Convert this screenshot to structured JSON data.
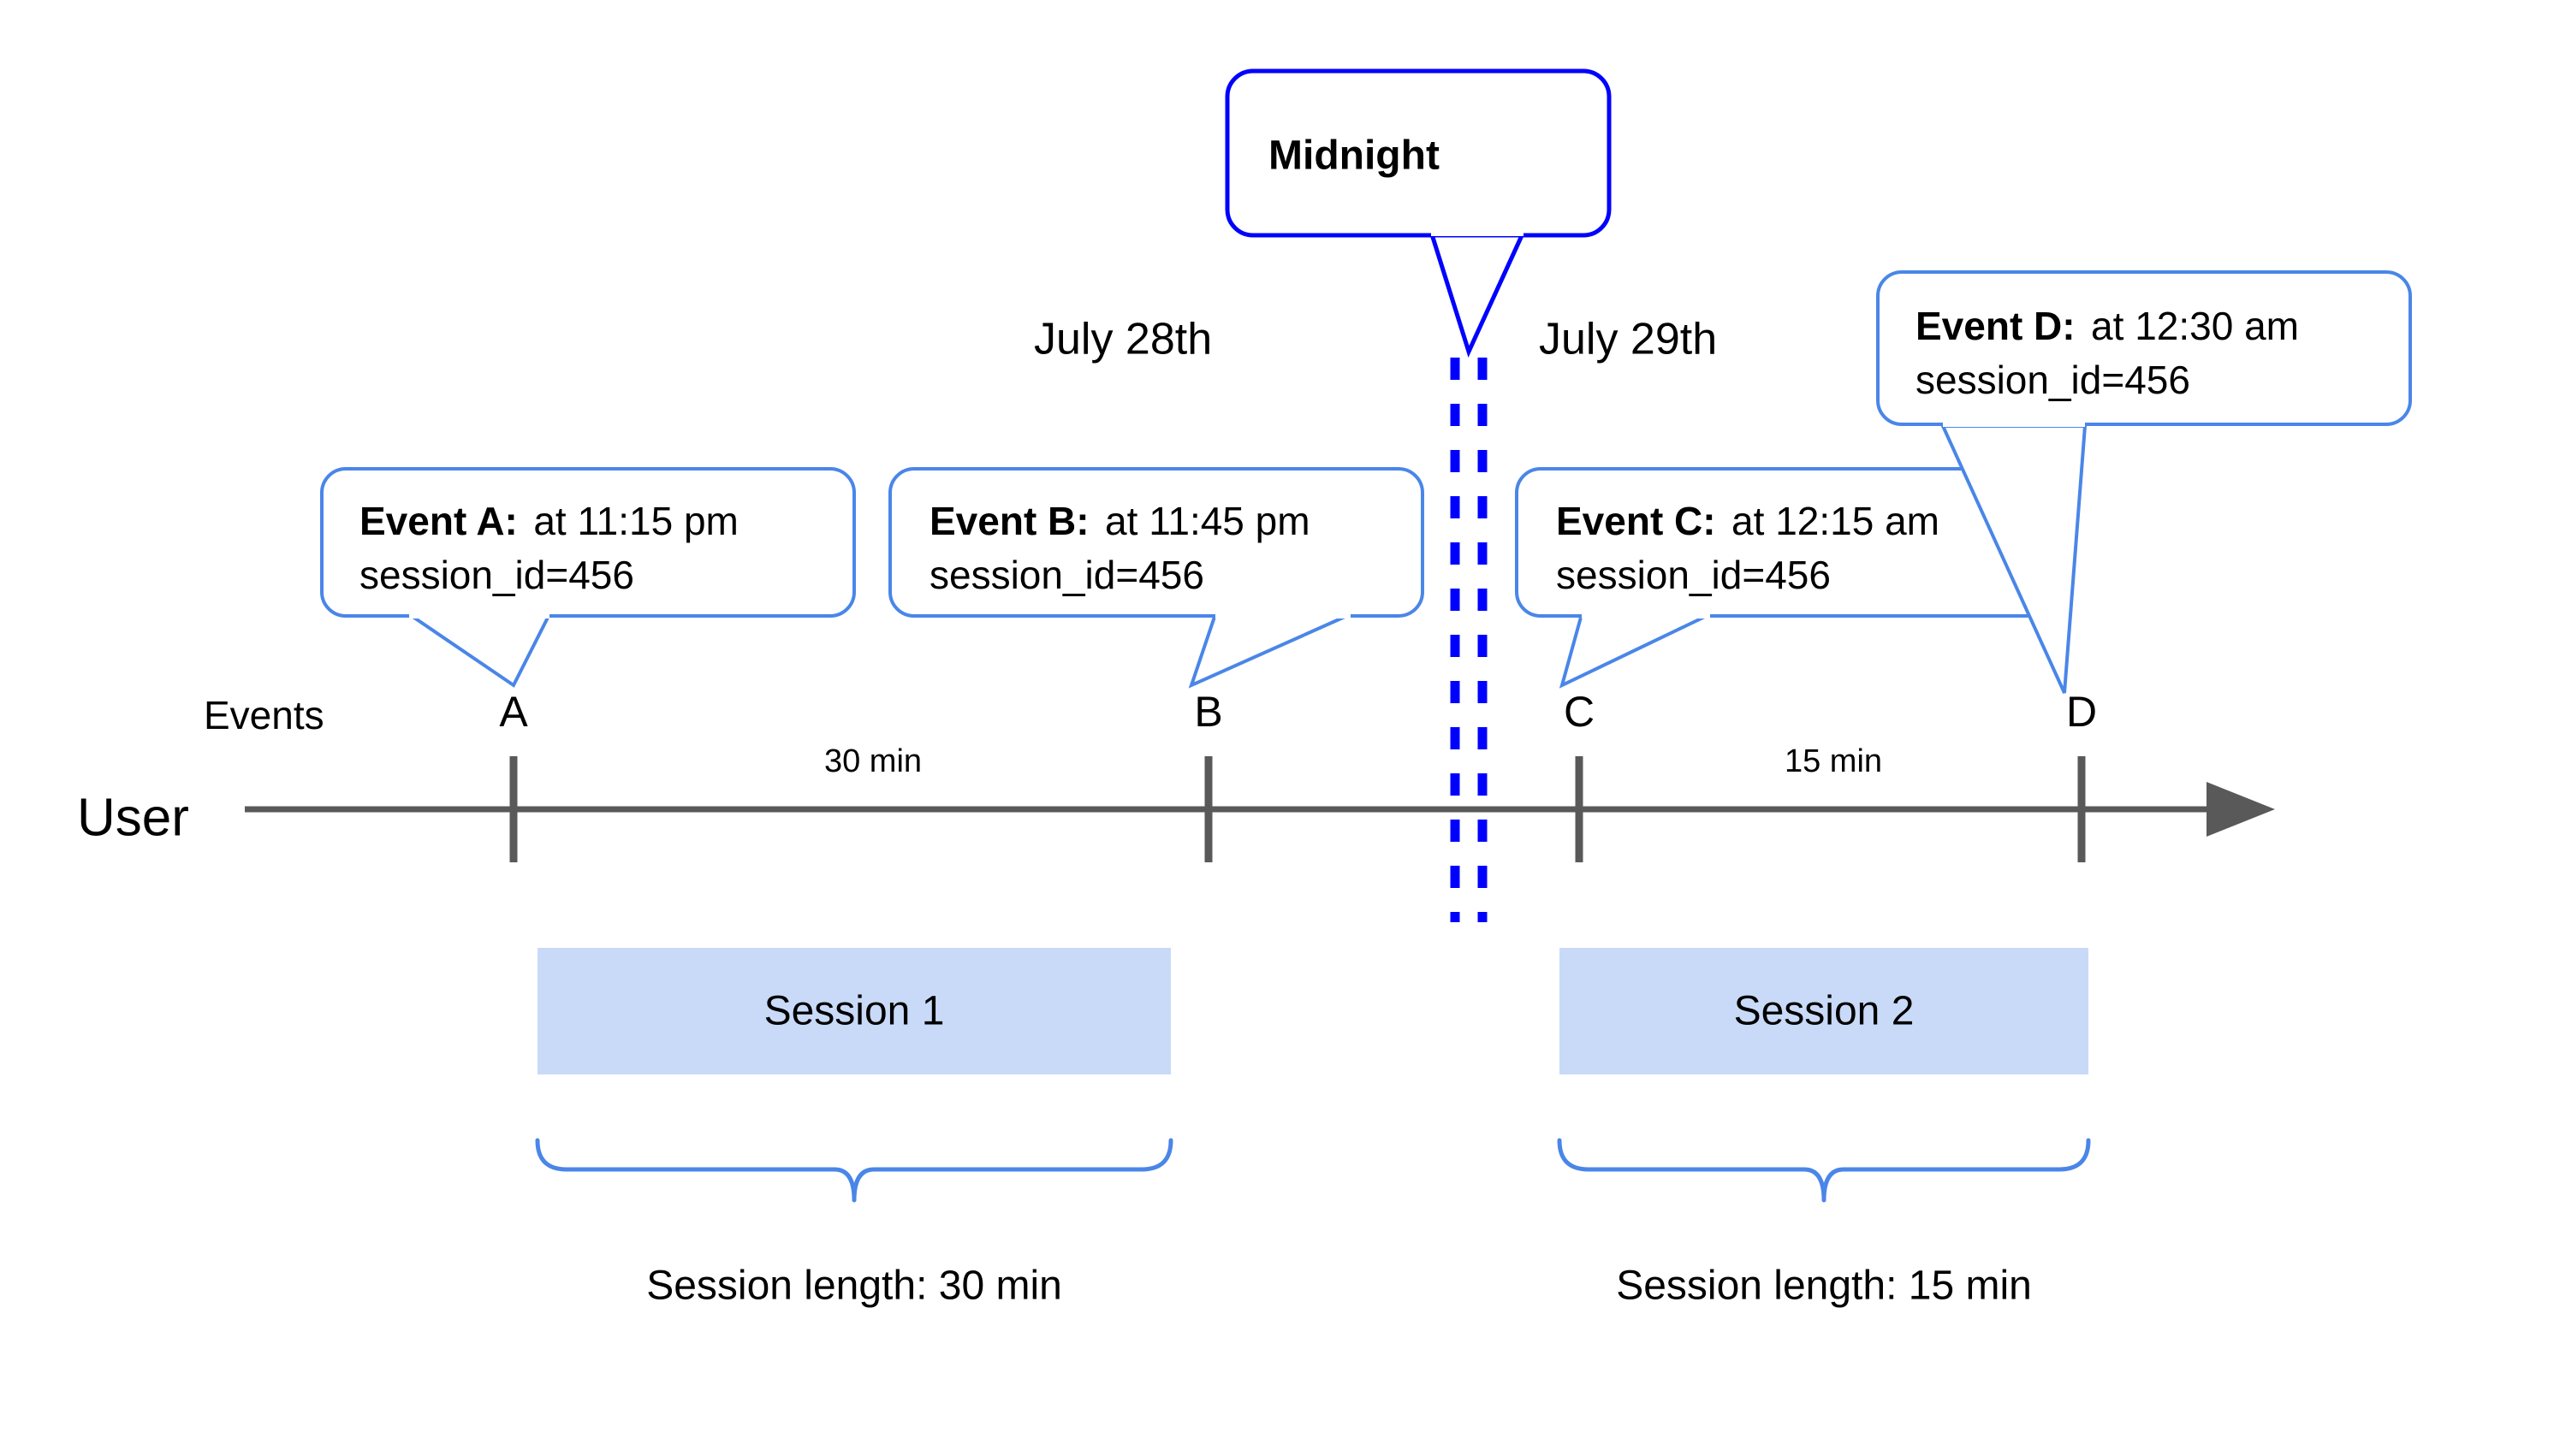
{
  "diagram": {
    "title_callout": {
      "label": "Midnight"
    },
    "dates": [
      {
        "id": "date-left",
        "label": "July 28th"
      },
      {
        "id": "date-right",
        "label": "July 29th"
      }
    ],
    "row_labels": {
      "events": "Events",
      "user": "User"
    },
    "events": [
      {
        "id": "A",
        "tick_label": "A",
        "bold_prefix": "Event A:",
        "detail": "at 11:15 pm",
        "line2": "session_id=456"
      },
      {
        "id": "B",
        "tick_label": "B",
        "bold_prefix": "Event B:",
        "detail": "at 11:45 pm",
        "line2": "session_id=456"
      },
      {
        "id": "C",
        "tick_label": "C",
        "bold_prefix": "Event C:",
        "detail": "at 12:15 am",
        "line2": "session_id=456"
      },
      {
        "id": "D",
        "tick_label": "D",
        "bold_prefix": "Event D:",
        "detail": "at 12:30 am",
        "line2": "session_id=456"
      }
    ],
    "durations": [
      {
        "id": "dur-ab",
        "label": "30 min"
      },
      {
        "id": "dur-cd",
        "label": "15 min"
      }
    ],
    "sessions": [
      {
        "id": "session-1",
        "label": "Session 1",
        "length_label": "Session length: 30 min"
      },
      {
        "id": "session-2",
        "label": "Session 2",
        "length_label": "Session length: 15 min"
      }
    ],
    "colors": {
      "callout_border": "#4a86e8",
      "midnight_border": "#0000ff",
      "midnight_dash": "#0000ff",
      "session_fill": "#c9daf8",
      "axis": "#595959",
      "brace": "#4a86e8",
      "text": "#000000",
      "background": "#ffffff"
    }
  }
}
